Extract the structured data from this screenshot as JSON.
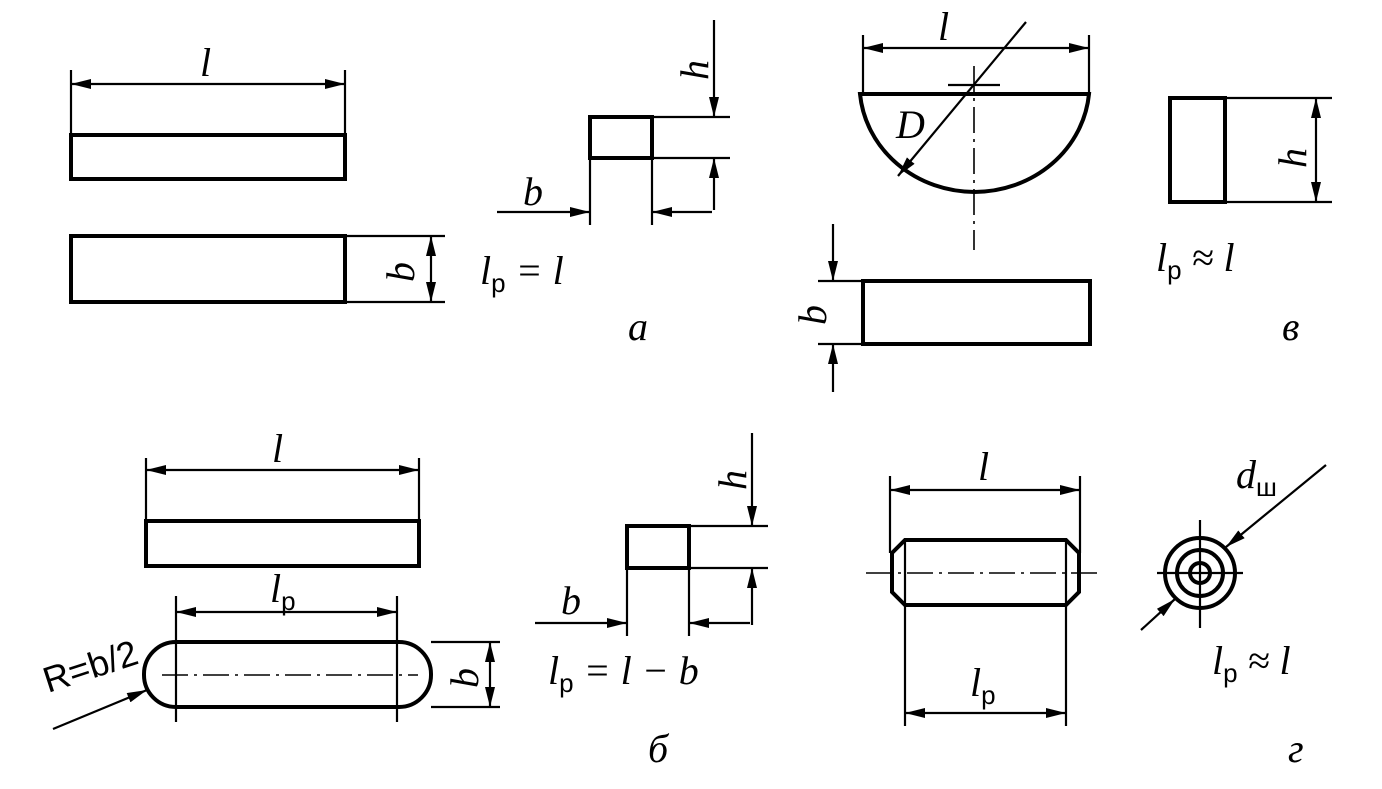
{
  "fig_a": {
    "l": "l",
    "h": "h",
    "b_side": "b",
    "b_section": "b",
    "formula": {
      "l": "l",
      "sub": "р",
      "rel": " = l"
    },
    "caption": "а"
  },
  "fig_b": {
    "l": "l",
    "lp": {
      "l": "l",
      "sub": "р"
    },
    "radius": "R=b/2",
    "b_side": "b",
    "h": "h",
    "b_section": "b",
    "formula": {
      "l": "l",
      "sub": "р",
      "rel": " = l − b"
    },
    "caption": "б"
  },
  "fig_v": {
    "l": "l",
    "D": "D",
    "b": "b",
    "h": "h",
    "formula": {
      "l": "l",
      "sub": "р",
      "rel": " ≈ l"
    },
    "caption": "в"
  },
  "fig_g": {
    "l": "l",
    "lp": {
      "l": "l",
      "sub": "р"
    },
    "d": {
      "l": "d",
      "sub": "ш"
    },
    "formula": {
      "l": "l",
      "sub": "р",
      "rel": " ≈ l"
    },
    "caption": "г"
  }
}
